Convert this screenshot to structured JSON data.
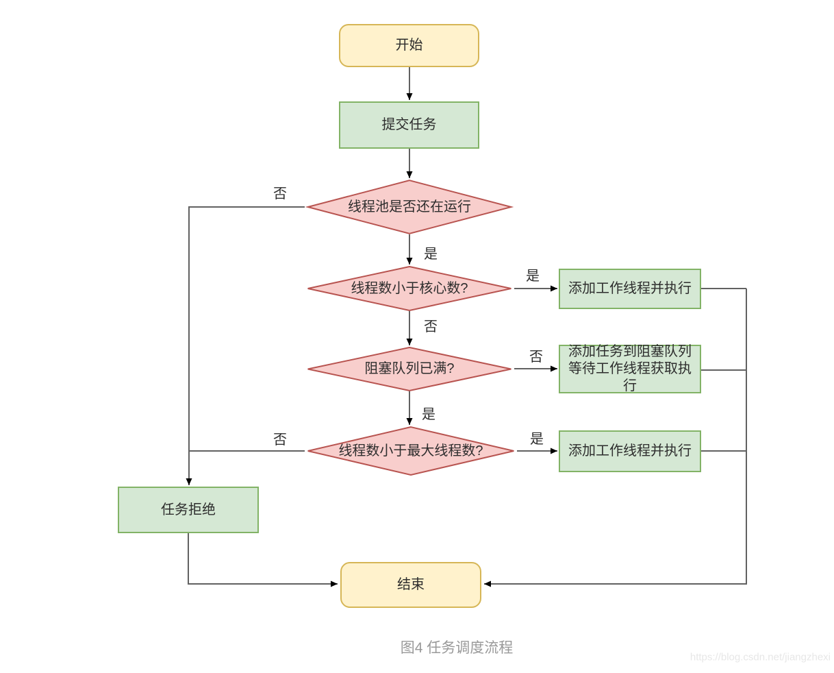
{
  "diagram": {
    "caption": "图4 任务调度流程",
    "watermark": "https://blog.csdn.net/jiangzhexi",
    "colors": {
      "terminal_fill": "#fff2cc",
      "terminal_border": "#d6b656",
      "process_fill": "#d5e8d4",
      "process_border": "#82b366",
      "decision_fill": "#f8cecc",
      "decision_border": "#b85450",
      "connector": "#616161",
      "arrowhead": "#000000",
      "node_text": "#2d2d2d",
      "caption_text": "#999999"
    },
    "nodes": {
      "start": {
        "type": "terminal",
        "label": "开始"
      },
      "submit_task": {
        "type": "process",
        "label": "提交任务"
      },
      "pool_running": {
        "type": "decision",
        "label": "线程池是否还在运行"
      },
      "lt_core": {
        "type": "decision",
        "label": "线程数小于核心数?"
      },
      "add_worker_1": {
        "type": "process",
        "label": "添加工作线程并执行"
      },
      "queue_full": {
        "type": "decision",
        "label": "阻塞队列已满?"
      },
      "add_to_queue": {
        "type": "process",
        "label": "添加任务到阻塞队列\n等待工作线程获取执\n行"
      },
      "lt_max": {
        "type": "decision",
        "label": "线程数小于最大线程数?"
      },
      "add_worker_2": {
        "type": "process",
        "label": "添加工作线程并执行"
      },
      "reject": {
        "type": "process",
        "label": "任务拒绝"
      },
      "end": {
        "type": "terminal",
        "label": "结束"
      }
    },
    "edge_labels": {
      "pool_running_no": "否",
      "pool_running_yes": "是",
      "lt_core_yes": "是",
      "lt_core_no": "否",
      "queue_full_no": "否",
      "queue_full_yes": "是",
      "lt_max_no": "否",
      "lt_max_yes": "是"
    }
  }
}
